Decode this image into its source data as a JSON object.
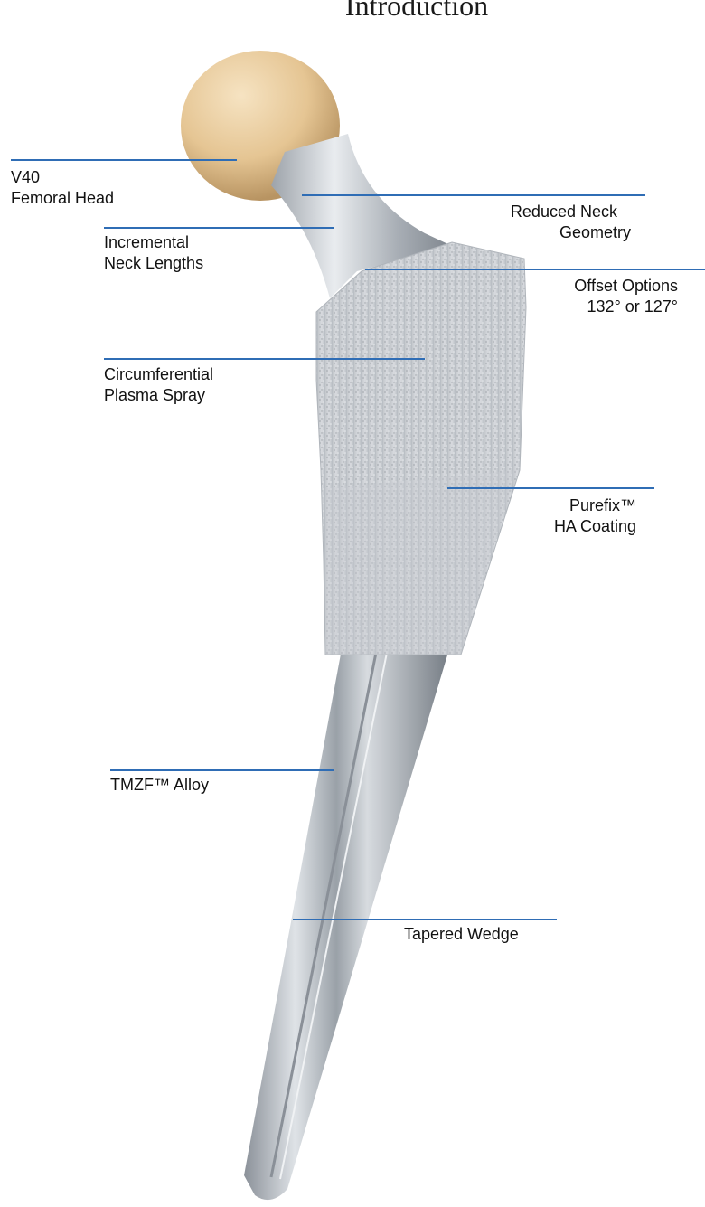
{
  "title": "Introduction",
  "callouts": {
    "femoral_head": [
      "V40",
      "Femoral Head"
    ],
    "reduced_neck": [
      "Reduced Neck",
      "Geometry"
    ],
    "incremental_neck": [
      "Incremental",
      "Neck Lengths"
    ],
    "offset_options": [
      "Offset Options",
      "132°  or 127°"
    ],
    "plasma_spray": [
      "Circumferential",
      "Plasma Spray"
    ],
    "purefix": [
      "Purefix™",
      "HA Coating"
    ],
    "alloy": [
      "TMZF™ Alloy"
    ],
    "tapered_wedge": [
      "Tapered Wedge"
    ]
  },
  "colors": {
    "leader_line": "#2f6db5",
    "head": "#e8c99a",
    "metal": "#b9bec4",
    "coating": "#cfd2d6"
  }
}
